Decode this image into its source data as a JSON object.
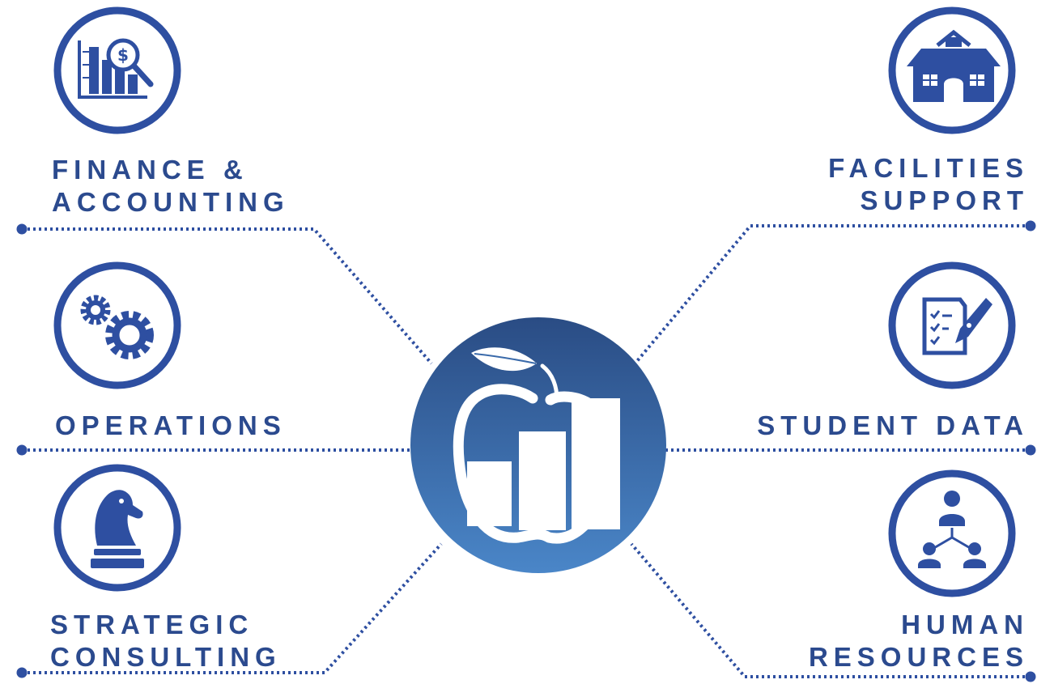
{
  "colors": {
    "primary": "#2b4a8e",
    "icon": "#2e4fa1",
    "hub_top": "#2a4c84",
    "hub_bottom": "#4a86c8",
    "connector": "#2e4fa1"
  },
  "hub": {
    "icon": "apple-bar-chart-logo"
  },
  "services": [
    {
      "id": "finance",
      "lines": [
        "FINANCE &",
        "ACCOUNTING"
      ],
      "icon": "finance-chart-dollar-icon"
    },
    {
      "id": "operations",
      "lines": [
        "OPERATIONS"
      ],
      "icon": "gears-icon"
    },
    {
      "id": "strategic",
      "lines": [
        "STRATEGIC",
        "CONSULTING"
      ],
      "icon": "chess-knight-icon"
    },
    {
      "id": "facilities",
      "lines": [
        "FACILITIES",
        "SUPPORT"
      ],
      "icon": "schoolhouse-icon"
    },
    {
      "id": "student",
      "lines": [
        "STUDENT DATA"
      ],
      "icon": "checklist-pen-icon"
    },
    {
      "id": "hr",
      "lines": [
        "HUMAN",
        "RESOURCES"
      ],
      "icon": "org-chart-people-icon"
    }
  ]
}
